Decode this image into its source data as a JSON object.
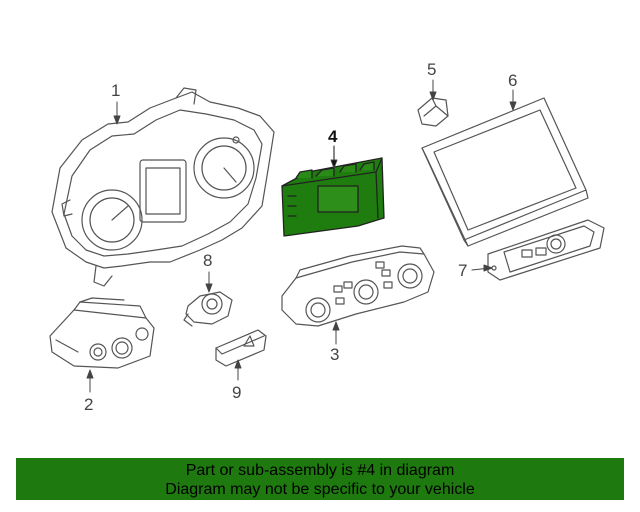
{
  "callouts": {
    "c1": "1",
    "c2": "2",
    "c3": "3",
    "c4": "4",
    "c5": "5",
    "c6": "6",
    "c7": "7",
    "c8": "8",
    "c9": "9"
  },
  "banner": {
    "line1": "Part or sub-assembly is #4 in diagram",
    "line2": "Diagram may not be specific to your vehicle"
  },
  "colors": {
    "highlight_part": "#1f7d0f",
    "banner_bg": "#1e7a0f",
    "line_art": "#555555"
  }
}
